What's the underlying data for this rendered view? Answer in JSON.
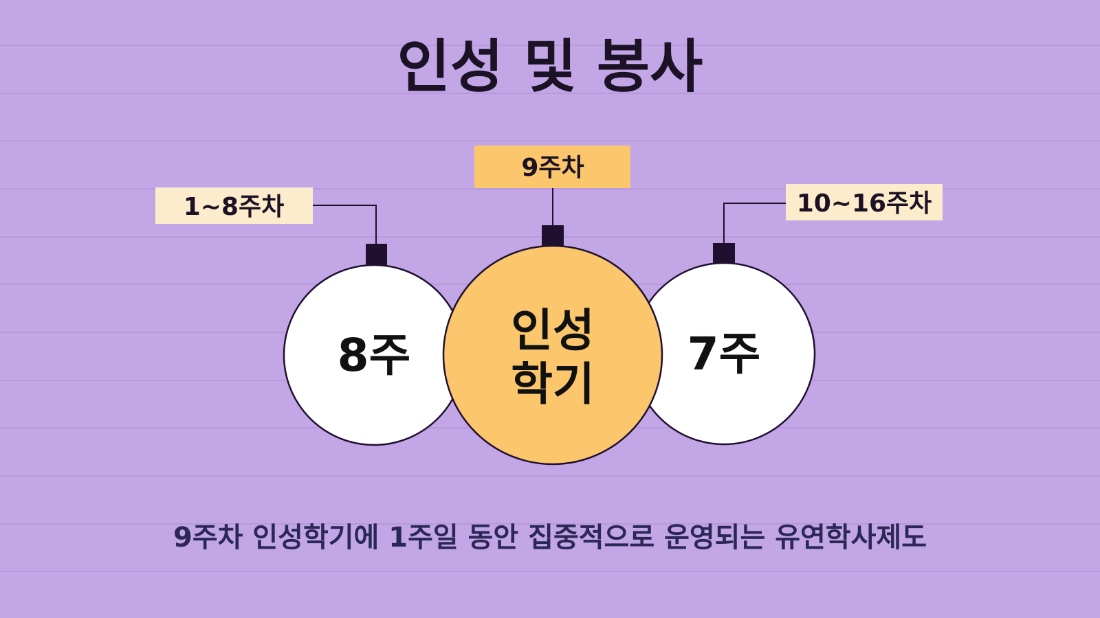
{
  "title": "인성 및 봉사",
  "labels": {
    "left": "1~8주차",
    "middle": "9주차",
    "right": "10~16주차"
  },
  "circles": {
    "left": "8주",
    "middle_line1": "인성",
    "middle_line2": "학기",
    "right": "7주"
  },
  "description": "9주차 인성학기에 1주일 동안 집중적으로 운영되는 유연학사제도",
  "colors": {
    "background": "#c3a6e6",
    "accent": "#fcc66d",
    "label_cream": "#fdeccc",
    "dark": "#1f1030"
  }
}
